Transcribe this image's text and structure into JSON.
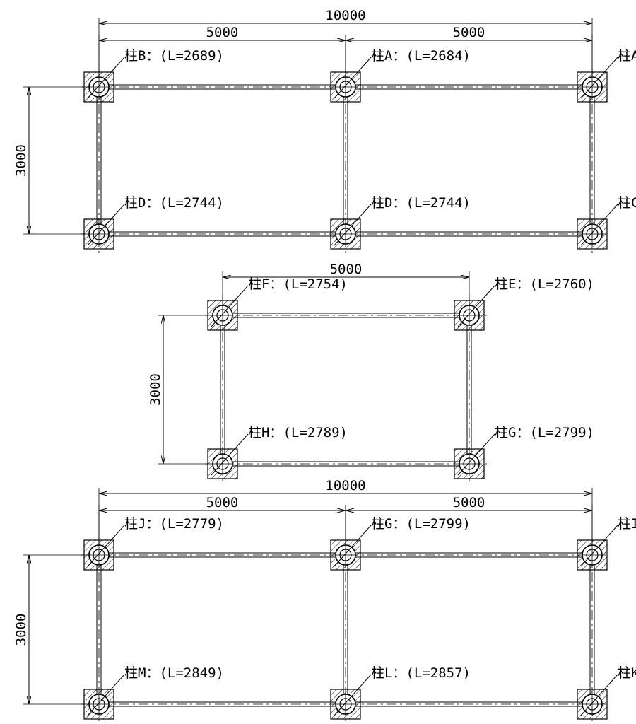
{
  "frames": [
    {
      "id": "frame-1",
      "overall_dim": "10000",
      "span_dims": [
        "5000",
        "5000"
      ],
      "height_dim": "3000",
      "columns": [
        {
          "id": "top-left",
          "label": "柱B：(L=2689)"
        },
        {
          "id": "top-mid",
          "label": "柱A：(L=2684)"
        },
        {
          "id": "top-right",
          "label": "柱A"
        },
        {
          "id": "bottom-left",
          "label": "柱D：(L=2744)"
        },
        {
          "id": "bottom-mid",
          "label": "柱D：(L=2744)"
        },
        {
          "id": "bottom-right",
          "label": "柱C"
        }
      ]
    },
    {
      "id": "frame-2",
      "span_dims": [
        "5000"
      ],
      "height_dim": "3000",
      "columns": [
        {
          "id": "top-left",
          "label": "柱F：(L=2754)"
        },
        {
          "id": "top-right",
          "label": "柱E：(L=2760)"
        },
        {
          "id": "bottom-left",
          "label": "柱H：(L=2789)"
        },
        {
          "id": "bottom-right",
          "label": "柱G：(L=2799)"
        }
      ]
    },
    {
      "id": "frame-3",
      "overall_dim": "10000",
      "span_dims": [
        "5000",
        "5000"
      ],
      "height_dim": "3000",
      "columns": [
        {
          "id": "top-left",
          "label": "柱J：(L=2779)"
        },
        {
          "id": "top-mid",
          "label": "柱G：(L=2799)"
        },
        {
          "id": "top-right",
          "label": "柱I"
        },
        {
          "id": "bottom-left",
          "label": "柱M：(L=2849)"
        },
        {
          "id": "bottom-mid",
          "label": "柱L：(L=2857)"
        },
        {
          "id": "bottom-right",
          "label": "柱K"
        }
      ]
    }
  ]
}
